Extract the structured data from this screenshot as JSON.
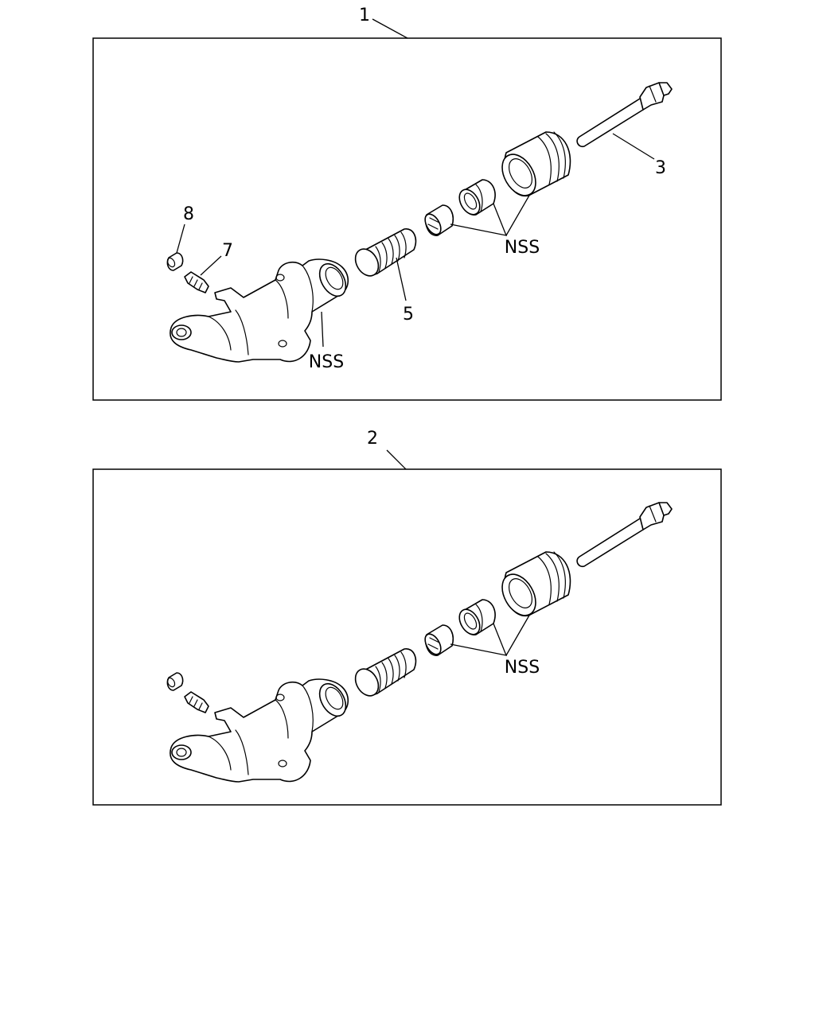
{
  "panels": [
    {
      "id": "panel-1",
      "callout": "1",
      "labels": {
        "part_8": "8",
        "part_7": "7",
        "part_5": "5",
        "part_3": "3",
        "nss_seals": "NSS",
        "nss_body": "NSS"
      }
    },
    {
      "id": "panel-2",
      "callout": "2",
      "labels": {
        "nss_seals": "NSS"
      }
    }
  ]
}
